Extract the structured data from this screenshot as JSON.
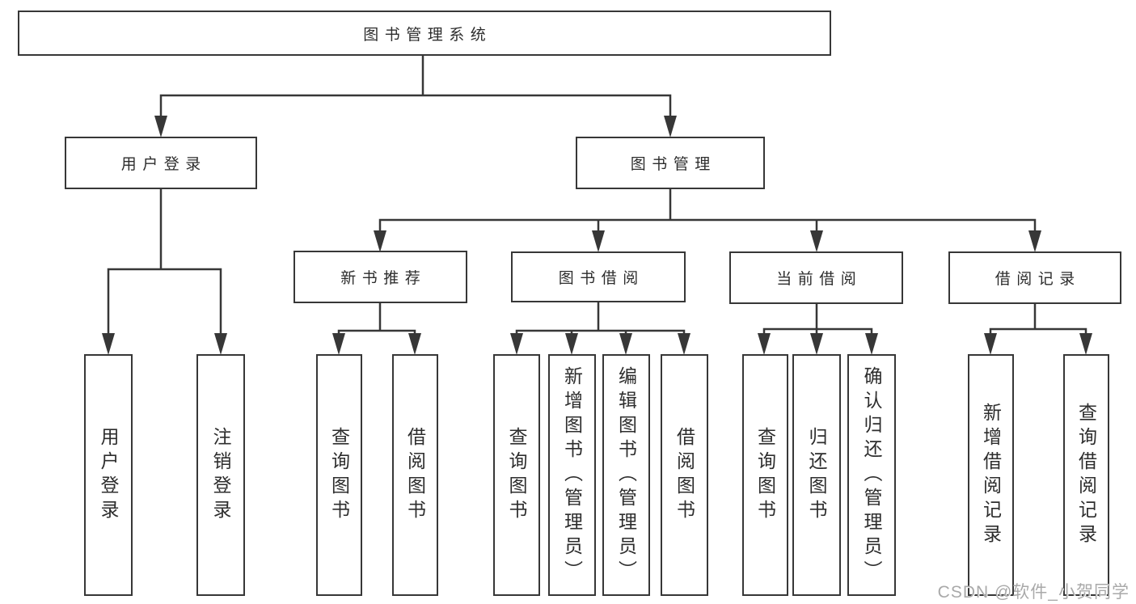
{
  "diagram": {
    "title": "图书管理系统",
    "root": {
      "label": "图书管理系统"
    },
    "level2": [
      {
        "label": "用户登录"
      },
      {
        "label": "图书管理"
      }
    ],
    "level3": [
      {
        "label": "新书推荐"
      },
      {
        "label": "图书借阅"
      },
      {
        "label": "当前借阅"
      },
      {
        "label": "借阅记录"
      }
    ],
    "leaves": {
      "user_login": [
        {
          "label": "用户登录"
        },
        {
          "label": "注销登录"
        }
      ],
      "new_book": [
        {
          "label": "查询图书"
        },
        {
          "label": "借阅图书"
        }
      ],
      "book_borrow": [
        {
          "label": "查询图书"
        },
        {
          "label": "新增图书（管理员）"
        },
        {
          "label": "编辑图书（管理员）"
        },
        {
          "label": "借阅图书"
        }
      ],
      "current_borrow": [
        {
          "label": "查询图书"
        },
        {
          "label": "归还图书"
        },
        {
          "label": "确认归还（管理员）"
        }
      ],
      "borrow_record": [
        {
          "label": "新增借阅记录"
        },
        {
          "label": "查询借阅记录"
        }
      ]
    }
  },
  "watermark": {
    "text": "CSDN @软件_小贺同学"
  },
  "colors": {
    "line": "#373737",
    "text": "#2d2d2d",
    "background": "#ffffff",
    "watermark": "#a9a9a9"
  }
}
